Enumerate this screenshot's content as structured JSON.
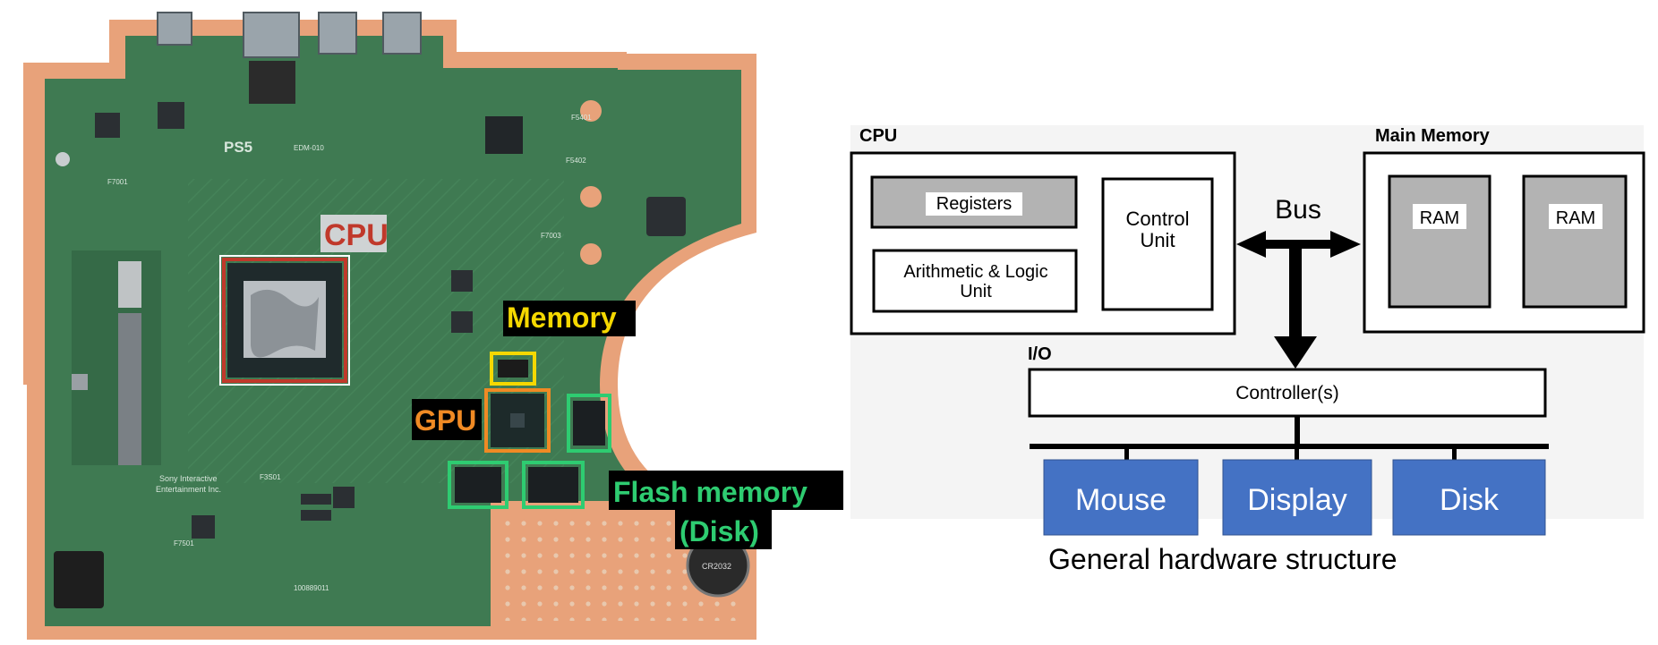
{
  "left_photo": {
    "board_marks": {
      "brand": "PS5",
      "model": "EDM-010",
      "maker_line1": "Sony Interactive",
      "maker_line2": "Entertainment Inc.",
      "serial": "100889011",
      "ref_f7001": "F7001",
      "ref_f3s01": "F3S01",
      "ref_f7501": "F7501",
      "ref_f5401": "F5401",
      "ref_f5402": "F5402",
      "ref_f7003": "F7003",
      "battery_text": "CR2032"
    },
    "callouts": {
      "cpu": "CPU",
      "memory": "Memory",
      "gpu": "GPU",
      "flash_line1": "Flash memory",
      "flash_line2": "(Disk)"
    },
    "colors": {
      "cpu": "#c0392b",
      "memory": "#f5d800",
      "gpu": "#f08a24",
      "flash": "#2ecc71",
      "board_green": "#3f7a52",
      "board_copper": "#e8a27a"
    }
  },
  "diagram": {
    "cpu_label": "CPU",
    "registers": "Registers",
    "alu_line1": "Arithmetic & Logic",
    "alu_line2": "Unit",
    "control_line1": "Control",
    "control_line2": "Unit",
    "bus": "Bus",
    "main_memory_label": "Main Memory",
    "ram1": "RAM",
    "ram2": "RAM",
    "io_label": "I/O",
    "controller": "Controller(s)",
    "devices": [
      "Mouse",
      "Display",
      "Disk"
    ],
    "caption": "General hardware structure",
    "colors": {
      "device_fill": "#4472c4",
      "ram_fill": "#b3b3b3"
    }
  }
}
